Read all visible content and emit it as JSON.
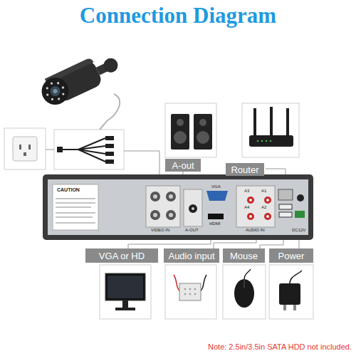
{
  "diagram": {
    "title": "Connection Diagram",
    "nodes": [
      {
        "text": [
          "A-out"
        ]
      },
      {
        "text": [
          "Router"
        ]
      },
      {
        "text": [
          "VGA or HD"
        ]
      },
      {
        "text": [
          "Audio input"
        ]
      },
      {
        "text": [
          "Mouse"
        ]
      },
      {
        "text": [
          "Power"
        ]
      }
    ],
    "labels": [
      "CAUTION",
      "VIDEO IN",
      "A-OUT",
      "VGA",
      "HDMI",
      "AUDIO IN",
      "A3",
      "A1",
      "A4",
      "A2",
      "DC12V",
      "Note: 2.5in/3.5in SATA HDD not included."
    ]
  }
}
